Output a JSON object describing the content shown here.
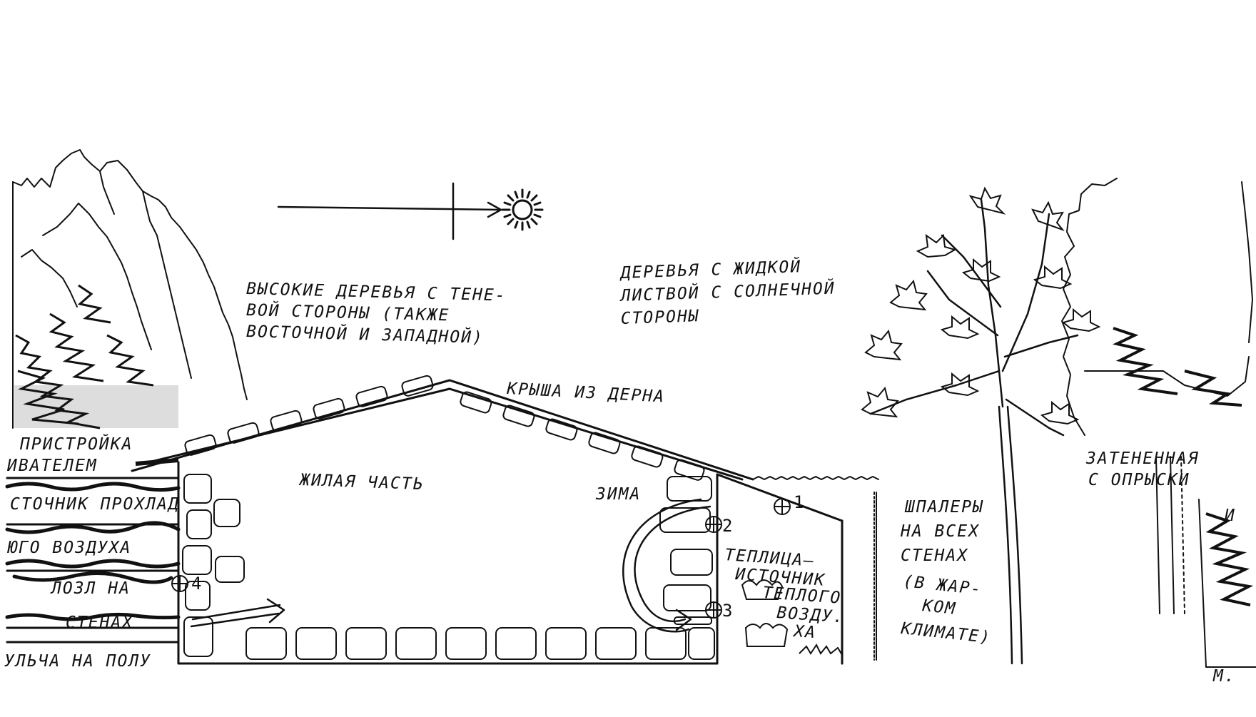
{
  "labels": {
    "tall_trees_1": "ВЫСОКИЕ ДЕРЕВЬЯ С ТЕНЕ-",
    "tall_trees_2": "ВОЙ СТОРОНЫ (ТАКЖЕ",
    "tall_trees_3": "ВОСТОЧНОЙ И ЗАПАДНОЙ)",
    "sparse_trees_1": "ДЕРЕВЬЯ С ЖИДКОЙ",
    "sparse_trees_2": "ЛИСТВОЙ С СОЛНЕЧНОЙ",
    "sparse_trees_3": "СТОРОНЫ",
    "sod_roof": "КРЫША ИЗ ДЕРНА",
    "living_part": "ЖИЛАЯ ЧАСТЬ",
    "winter": "ЗИМА",
    "annex_1": "ПРИСТРОЙКА",
    "annex_2": "ИВАТЕЛЕМ",
    "cool_1": "СТОЧНИК ПРОХЛАД",
    "cool_2": "ЮГО ВОЗДУХА",
    "cool_3": "ЛОЗЛ НА",
    "cool_4": "СТЕНАХ",
    "floor_mulch": "УЛЬЧА НА ПОЛУ",
    "greenhouse_1": "ТЕПЛИЦА—",
    "greenhouse_2": "ИСТОЧНИК",
    "greenhouse_3": "ТЕПЛОГО",
    "greenhouse_4": "ВОЗДУ.",
    "greenhouse_5": "ХА",
    "trellis_1": "ШПАЛЕРЫ",
    "trellis_2": "НА ВСЕХ",
    "trellis_3": "СТЕНАХ",
    "trellis_4": "(В ЖАР-",
    "trellis_5": "КОМ",
    "trellis_6": "КЛИМАТЕ)",
    "shaded_1": "ЗАТЕНЕННАЯ",
    "shaded_2": "С ОПРЫСКИ",
    "right_cut_1": "И",
    "right_cut_2": "М."
  },
  "markers": {
    "m1": "1",
    "m2": "2",
    "m3": "3",
    "m4": "4"
  },
  "icons": {
    "sun": "sun-icon",
    "direction": "arrow-right-icon"
  }
}
